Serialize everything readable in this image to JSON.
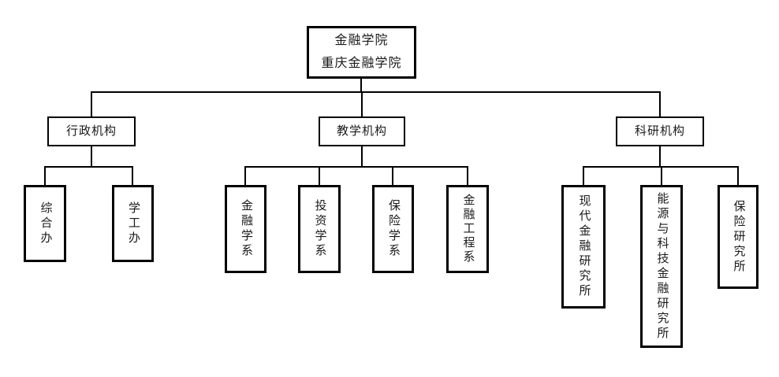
{
  "root": {
    "line1": "金融学院",
    "line2": "重庆金融学院"
  },
  "branches": [
    {
      "label": "行政机构",
      "children": [
        {
          "label": "综合办"
        },
        {
          "label": "学工办"
        }
      ]
    },
    {
      "label": "教学机构",
      "children": [
        {
          "label": "金融学系"
        },
        {
          "label": "投资学系"
        },
        {
          "label": "保险学系"
        },
        {
          "label": "金融工程系"
        }
      ]
    },
    {
      "label": "科研机构",
      "children": [
        {
          "label": "现代金融研究所"
        },
        {
          "label": "能源与科技金融研究所"
        },
        {
          "label": "保险研究所"
        }
      ]
    }
  ],
  "colors": {
    "background": "#ffffff",
    "line": "#000000",
    "text": "#1a1a1a"
  }
}
